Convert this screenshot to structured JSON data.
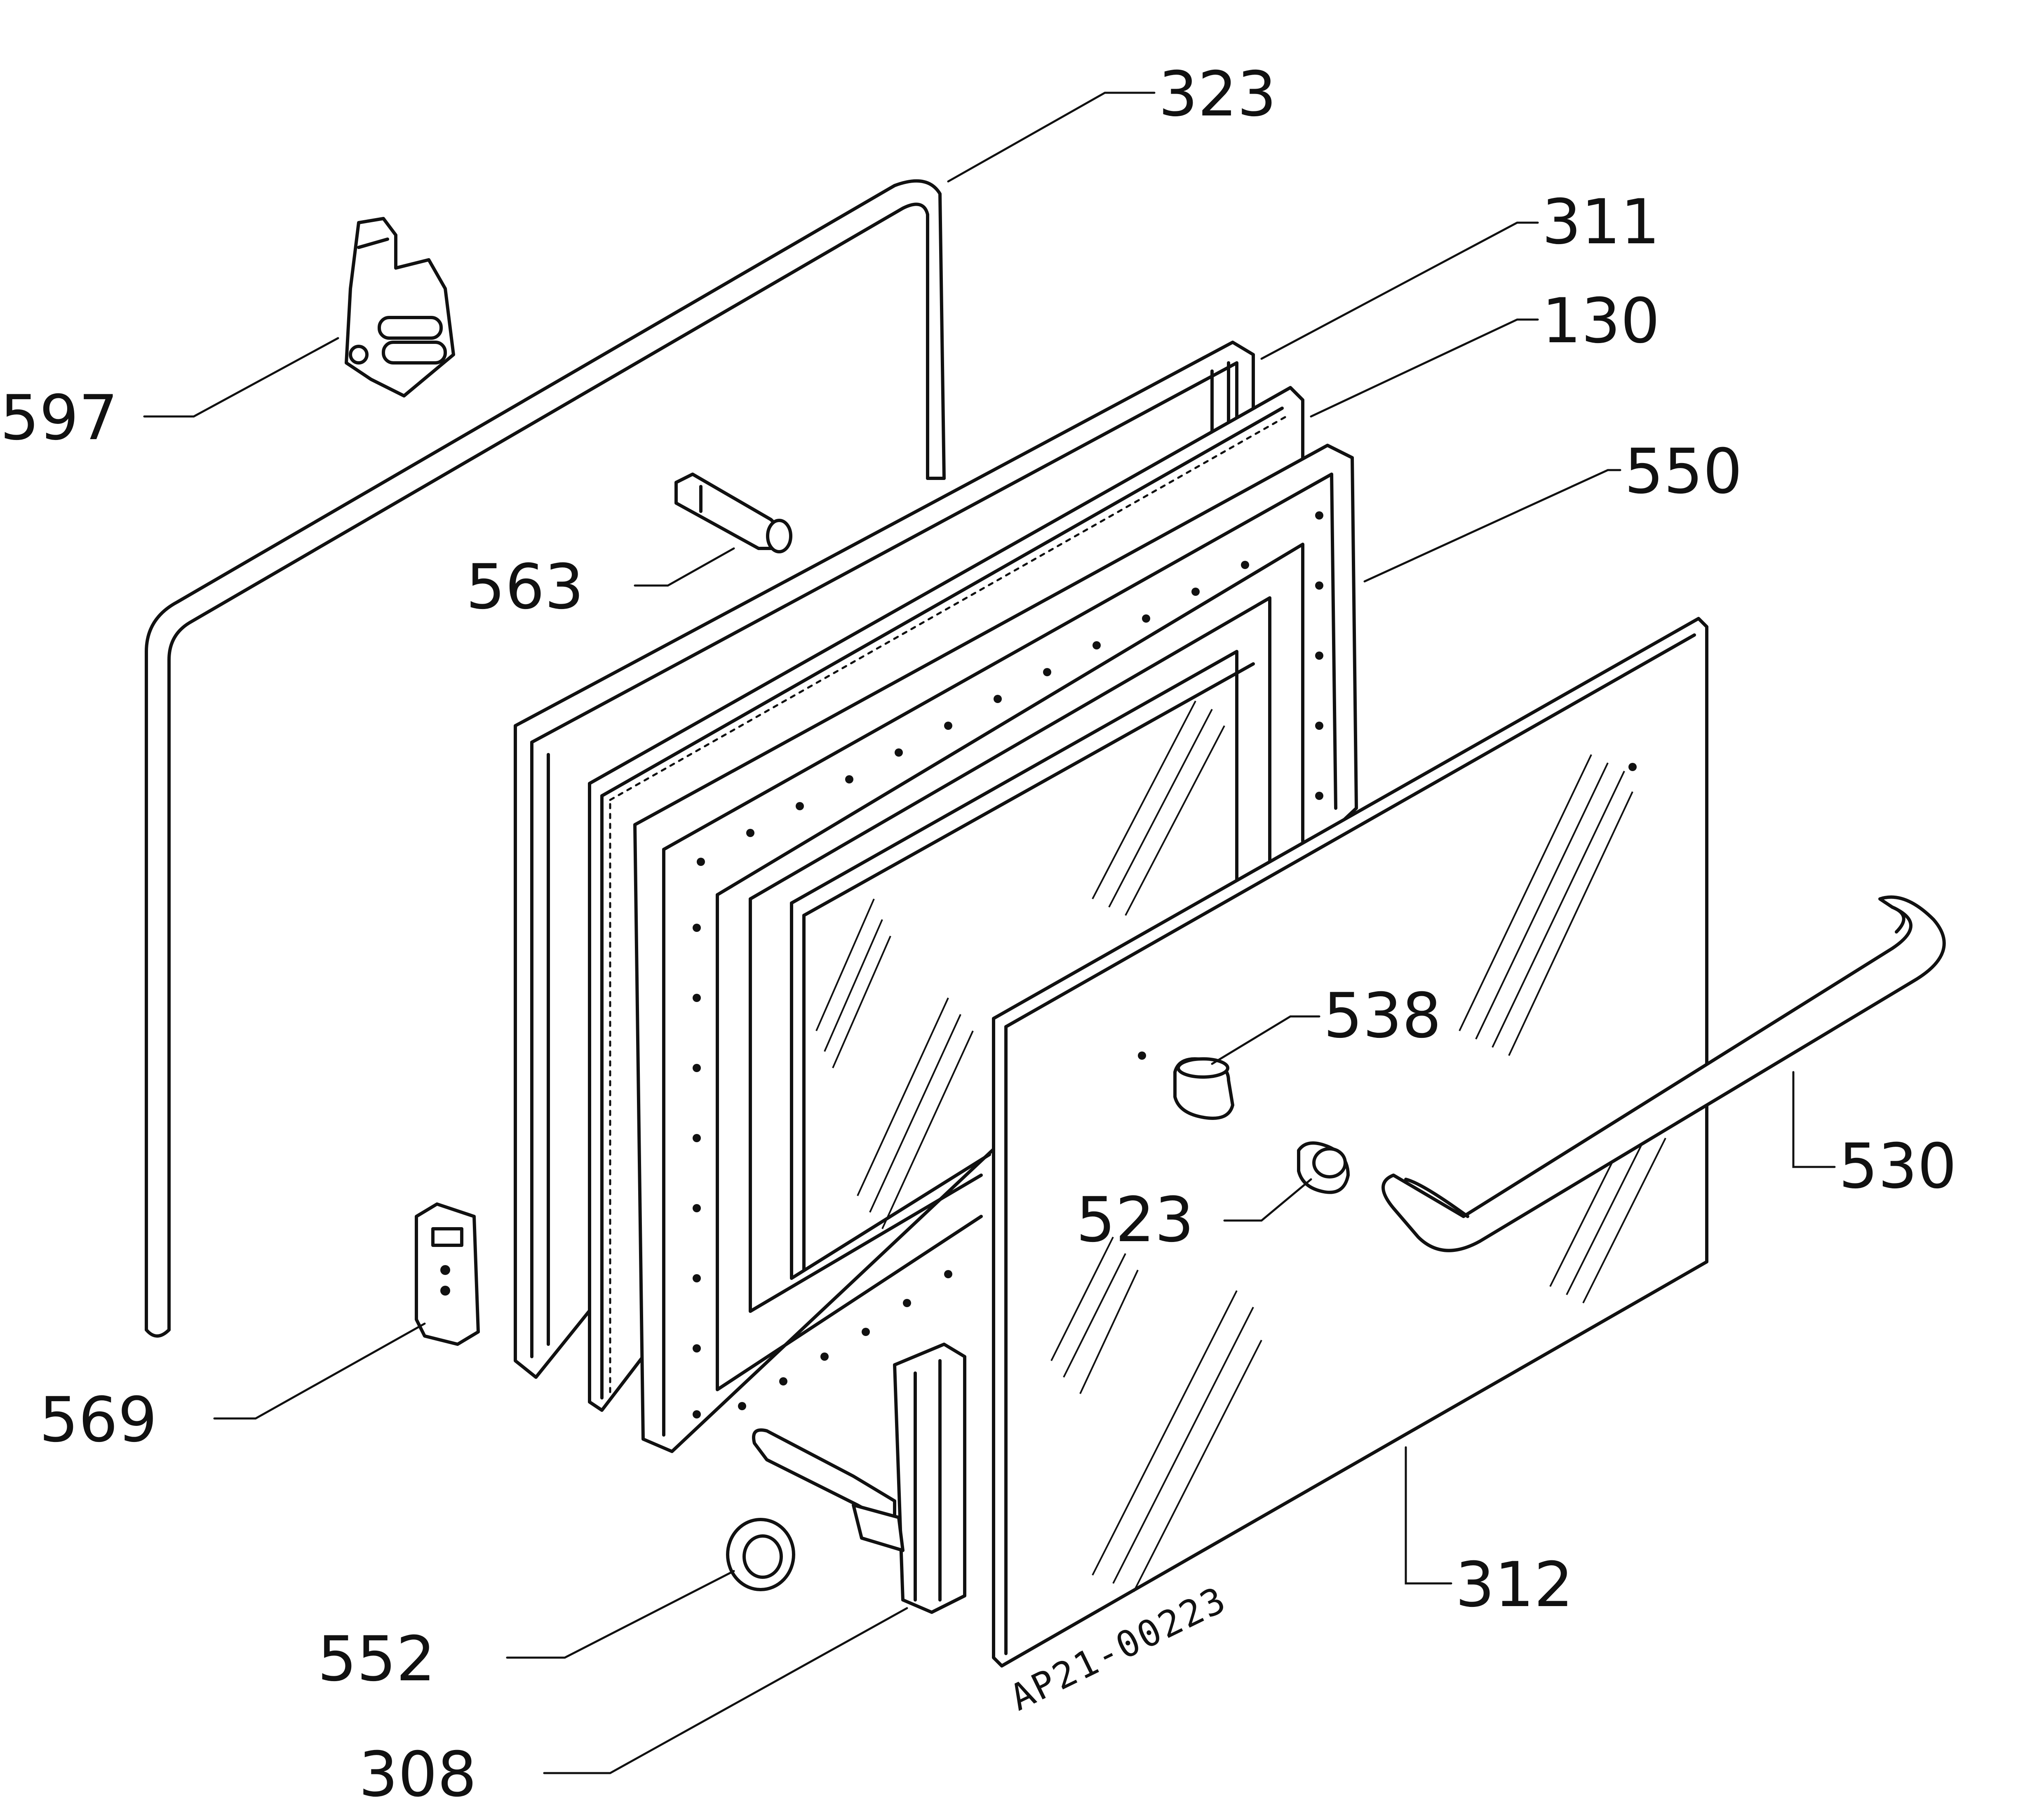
{
  "diagram": {
    "drawing_code": "AP21-00223",
    "parts": [
      {
        "id": "p323",
        "number": "323"
      },
      {
        "id": "p311",
        "number": "311"
      },
      {
        "id": "p130",
        "number": "130"
      },
      {
        "id": "p550",
        "number": "550"
      },
      {
        "id": "p597",
        "number": "597"
      },
      {
        "id": "p563",
        "number": "563"
      },
      {
        "id": "p538",
        "number": "538"
      },
      {
        "id": "p530",
        "number": "530"
      },
      {
        "id": "p523",
        "number": "523"
      },
      {
        "id": "p569",
        "number": "569"
      },
      {
        "id": "p312",
        "number": "312"
      },
      {
        "id": "p552",
        "number": "552"
      },
      {
        "id": "p308",
        "number": "308"
      }
    ]
  }
}
